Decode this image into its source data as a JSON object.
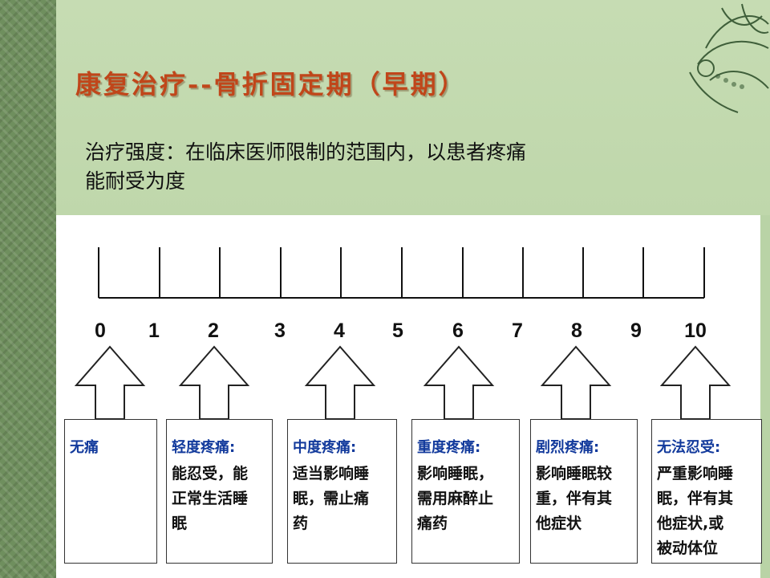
{
  "slide": {
    "title": "康复治疗--骨折固定期（早期）",
    "intro_lines": [
      "治疗强度：在临床医师限制的范围内，以患者疼痛",
      "能耐受为度"
    ]
  },
  "pain_scale": {
    "tick_labels": [
      "0",
      "1",
      "2",
      "3",
      "4",
      "5",
      "6",
      "7",
      "8",
      "9",
      "10"
    ],
    "levels": [
      {
        "title": "无痛",
        "body": []
      },
      {
        "title": "轻度疼痛:",
        "body": [
          "能忍受，能",
          "正常生活睡",
          "眠"
        ]
      },
      {
        "title": "中度疼痛:",
        "body": [
          "适当影响睡",
          "眠，需止痛",
          "药"
        ]
      },
      {
        "title": "重度疼痛:",
        "body": [
          "影响睡眠，",
          "需用麻醉止",
          "痛药"
        ]
      },
      {
        "title": "剧烈疼痛:",
        "body": [
          "影响睡眠较",
          "重，伴有其",
          "他症状"
        ]
      },
      {
        "title": "无法忍受:",
        "body": [
          "严重影响睡",
          "眠，伴有其",
          "他症状,或",
          "被动体位"
        ]
      }
    ]
  },
  "colors": {
    "title": "#c0461a",
    "level_title": "#123a9c",
    "slide_bg": "#b9d3a6",
    "strip": "#6f8f5e"
  }
}
